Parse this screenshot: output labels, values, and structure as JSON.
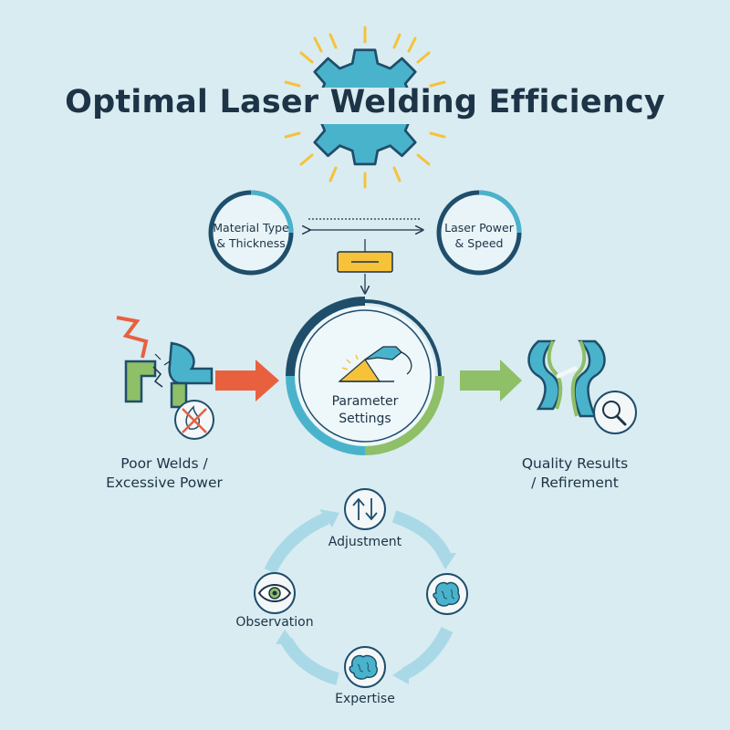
{
  "title": "Optimal Laser Welding Efficiency",
  "inputs": {
    "left": {
      "line1": "Material Type",
      "line2": "& Thickness"
    },
    "right": {
      "line1": "Laser Power",
      "line2": "& Speed"
    }
  },
  "center": {
    "line1": "Parameter",
    "line2": "Settings"
  },
  "poor": {
    "line1": "Poor Welds /",
    "line2": "Excessive Power"
  },
  "quality": {
    "line1": "Quality Results",
    "line2": "/ Refirement"
  },
  "cycle": {
    "adjustment": "Adjustment",
    "observation": "Observation",
    "expertise": "Expertise"
  },
  "colors": {
    "navy": "#1f4e6b",
    "teal": "#4ab3cc",
    "green": "#8fbf67",
    "orange_arrow": "#e9603f",
    "green_arrow": "#8fbf67",
    "yellow": "#f6c23a",
    "cycle_arrow": "#a9d9e6",
    "background": "#d9ecf2"
  },
  "icons": {
    "top": "gear-icon",
    "center": "laser-torch-icon",
    "adjustment": "up-down-arrows-icon",
    "observation": "eye-icon",
    "expertise": "brain-icon",
    "quality": "magnifier-icon",
    "poor": "no-fire-icon"
  }
}
